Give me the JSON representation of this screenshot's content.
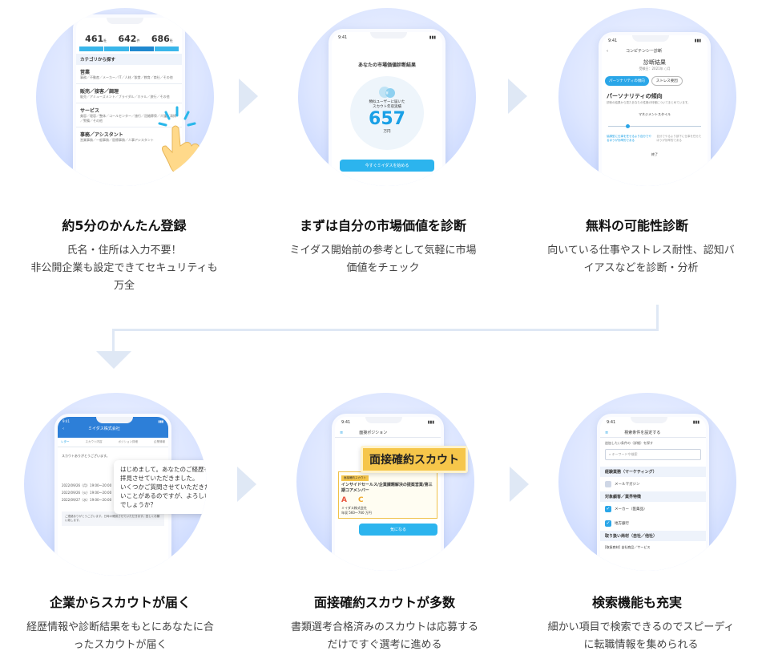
{
  "steps": [
    {
      "title": "約5分のかんたん登録",
      "desc": "氏名・住所は入力不要！\n非公開企業も設定できてセキュリティも\n万全",
      "phone": {
        "stats": [
          "461",
          "642",
          "686"
        ],
        "stat_units": [
          "社",
          "件",
          "社"
        ],
        "section": "カテゴリから探す",
        "categories": [
          {
            "name": "営業",
            "sub": "事務／不動産／メーカー／IT／人材／飲食／教育／商社／その他"
          },
          {
            "name": "販売／接客／調理",
            "sub": "販売／アミューズメント／ブライダル／ホテル／旅行／その他"
          },
          {
            "name": "サービス",
            "sub": "美容／理容／整体／コールセンター／旅行／冠婚葬祭／介護／清掃／警備／その他"
          },
          {
            "name": "事務／アシスタント",
            "sub": "営業事務／一般事務／医療事務／人事アシスタント"
          }
        ]
      }
    },
    {
      "title": "まずは自分の市場価値を診断",
      "desc": "ミイダス開始前の参考として気軽に市場\n価値をチェック",
      "phone": {
        "time": "9:41",
        "heading": "あなたの市場価値診断結果",
        "caption": "類似ユーザーに届いた\nスカウト年収実績",
        "value": "657",
        "unit": "万円",
        "button": "今すぐミイダスを始める"
      }
    },
    {
      "title": "無料の可能性診断",
      "desc": "向いている仕事やストレス耐性、認知バ\nイアスなどを診断・分析",
      "phone": {
        "time": "9:41",
        "nav": "コンピテンシー診断",
        "heading": "診断結果",
        "date": "受験日：2021年 ○月",
        "tab_active": "パーソナリティの傾向",
        "tab_other": "ストレス要因",
        "section": "パーソナリティの傾向",
        "sub": "診断の結果から見たあなたの性格の特徴についてまとめています。",
        "scale_label": "マネジメントスタイル",
        "left_note": "協調型に仕事を任せるより自分でやるほうが効率的である",
        "right_note": "自分でやるより部下に仕事を任せたほうが効率的である",
        "footer": "終了"
      }
    },
    {
      "title": "企業からスカウトが届く",
      "desc": "経歴情報や診断結果をもとにあなたに合\nったスカウトが届く",
      "phone": {
        "time": "9:41",
        "company": "ミイダス株式会社",
        "tabs": [
          "レター",
          "スカウト内容",
          "ポジション詳細",
          "企業情報"
        ],
        "message": "はじめまして。あなたのご経歴を\n拝見させていただきました。\nいくつかご質問させていただきた\nいことがあるのですが、よろしい\nでしょうか？",
        "lines": [
          "スカウトありがとうございます。",
          "2022/09/26（月）19:00〜20:00",
          "2022/09/26（火）19:00〜20:00",
          "2022/09/27（水）19:00〜20:00"
        ],
        "footer_msg": "ご連絡ありがとうございます。日時の確認させていただきます。宜しくお願い致します。"
      }
    },
    {
      "title": "面接確約スカウトが多数",
      "desc": "書類選考合格済みのスカウトは応募する\nだけですぐ選考に進める",
      "phone": {
        "time": "9:41",
        "nav": "面接ポジション",
        "badge": "面接確約スカウト",
        "tag": "面接確約スカウト",
        "job": "インサイドセールス/企業課題解決の提案営業/第三期コアメンバー",
        "grade1": "A",
        "grade2": "C",
        "company": "ミイダス株式会社",
        "salary": "年収 560〜760 万円",
        "button": "気になる"
      }
    },
    {
      "title": "検索機能も充実",
      "desc": "細かい項目で検索できるのでスピーディ\nに転職情報を集められる",
      "phone": {
        "time": "9:41",
        "nav": "検索条件を設定する",
        "hint": "追加したい条件の（詳細）を探す",
        "placeholder": "キーワードや検索",
        "group1": "経験業務（マーケティング）",
        "item1": "メールマガジン",
        "group2": "対象顧客／業界特徴",
        "item2": "メーカー（医薬品）",
        "item3": "地方銀行",
        "group3": "取り扱い商材（自社／他社）",
        "item4": "[取扱商材] 自社商品／サービス"
      }
    }
  ]
}
